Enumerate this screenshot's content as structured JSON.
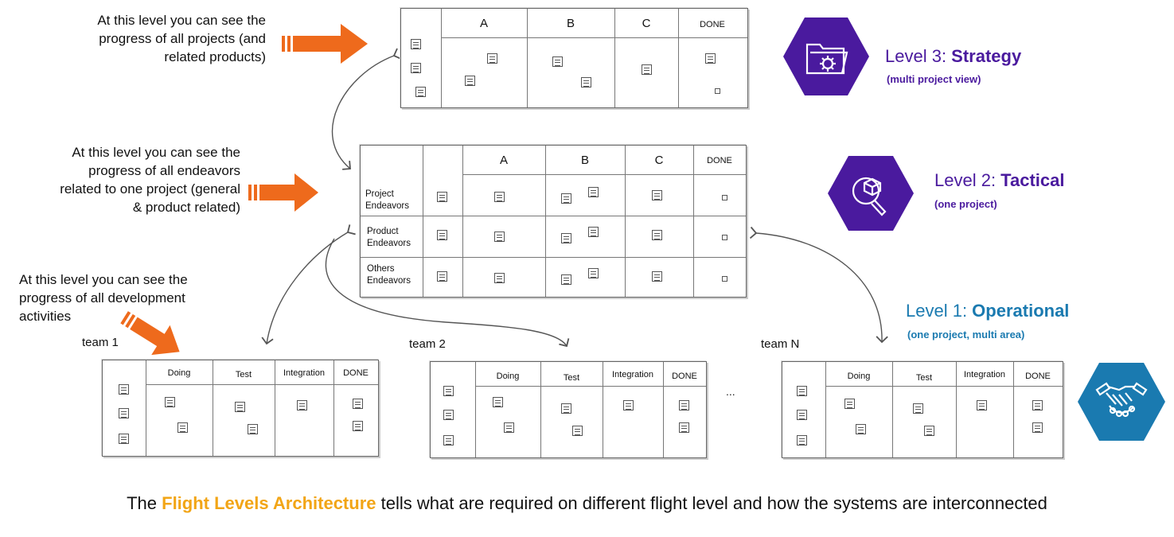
{
  "colors": {
    "strategy": "#4a1a9e",
    "tactical": "#4a1a9e",
    "operational": "#1a7ab0",
    "arrow": "#ee6a1c",
    "highlight": "#f2a516"
  },
  "descriptions": {
    "level3": [
      "At this level you can see the",
      "progress of all projects (and",
      "related products)"
    ],
    "level2": [
      "At this level you can see the",
      "progress of all endeavors",
      "related to one project (general",
      "& product related)"
    ],
    "level1": [
      "At this level you can see the",
      "progress of all development",
      "activities"
    ]
  },
  "board_l3": {
    "columns": [
      "A",
      "B",
      "C",
      "DONE"
    ]
  },
  "board_l2": {
    "columns": [
      "A",
      "B",
      "C",
      "DONE"
    ],
    "rows": [
      [
        "Project",
        "Endeavors"
      ],
      [
        "Product",
        "Endeavors"
      ],
      [
        "Others",
        "Endeavors"
      ]
    ]
  },
  "levels": {
    "l3": {
      "prefix": "Level 3: ",
      "name": "Strategy",
      "sub": "(multi project view)",
      "icon": "folder-gear-icon"
    },
    "l2": {
      "prefix": "Level 2: ",
      "name": "Tactical",
      "sub": "(one project)",
      "icon": "box-magnifier-icon"
    },
    "l1": {
      "prefix": "Level 1: ",
      "name": "Operational",
      "sub": "(one project, multi area)",
      "icon": "handshake-icon"
    }
  },
  "teams": [
    {
      "label": "team 1",
      "columns": [
        "Doing",
        "Test",
        "Integration",
        "DONE"
      ]
    },
    {
      "label": "team 2",
      "columns": [
        "Doing",
        "Test",
        "Integration",
        "DONE"
      ]
    },
    {
      "label": "team N",
      "columns": [
        "Doing",
        "Test",
        "Integration",
        "DONE"
      ]
    }
  ],
  "ellipsis": "...",
  "footer": {
    "before": "The ",
    "highlight": "Flight Levels Architecture",
    "after": " tells what are required on different flight level and how the systems are interconnected"
  }
}
